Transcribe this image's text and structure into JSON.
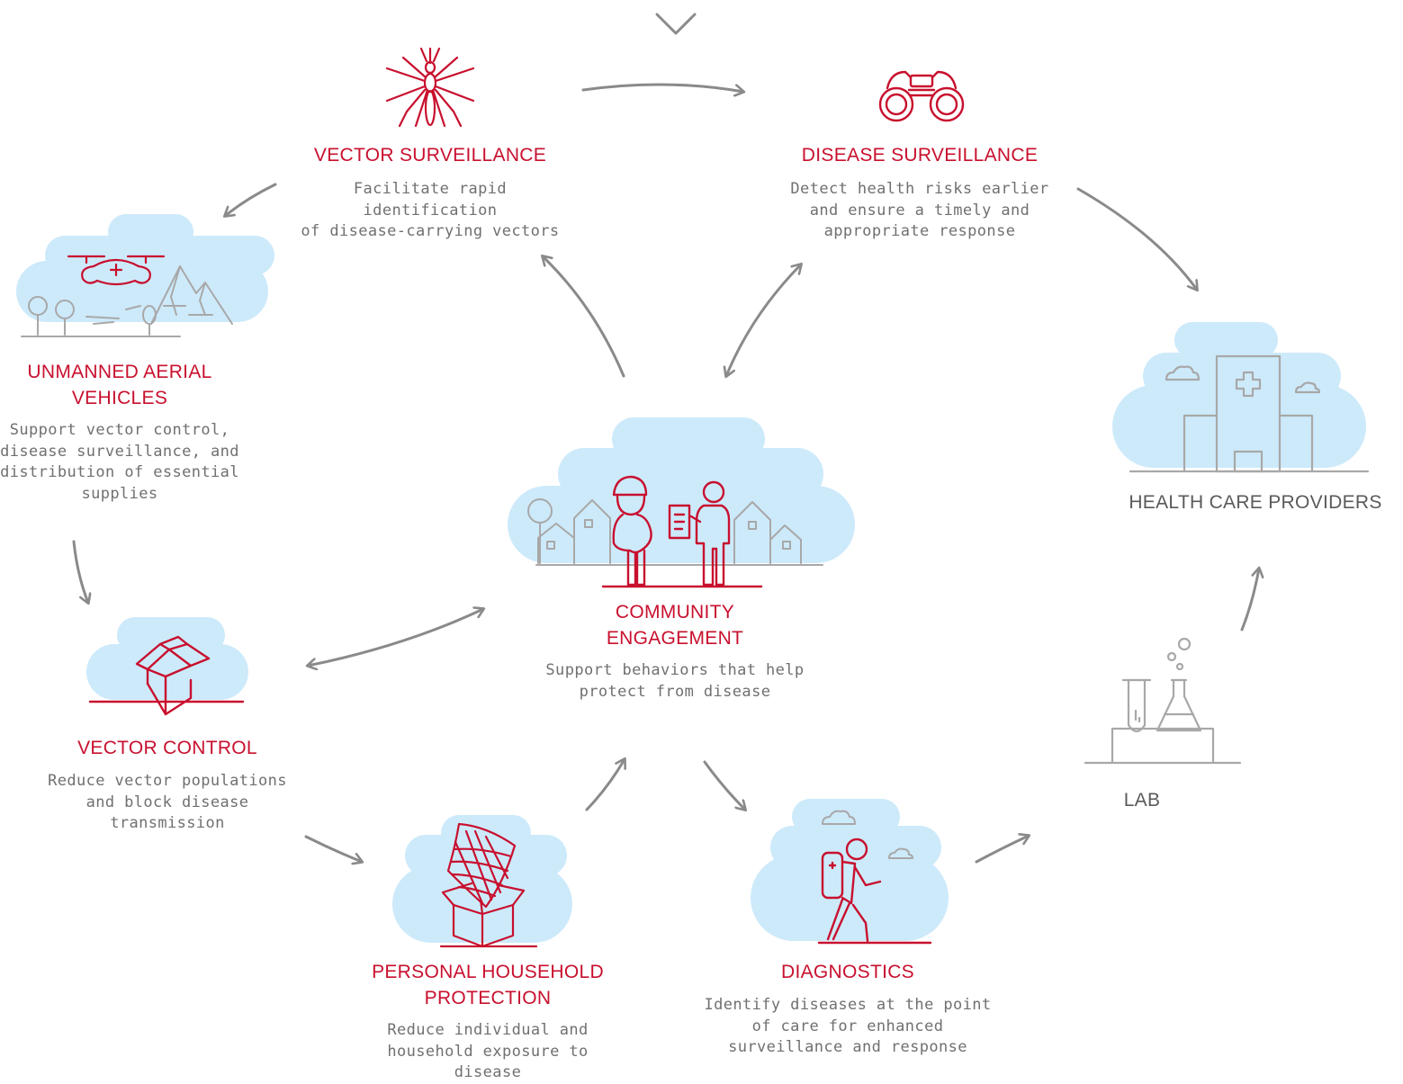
{
  "colors": {
    "accent": "#c8102e",
    "cloud": "#cdeafb",
    "line_gray": "#a8a8a8",
    "arrow_gray": "#8a8a8a"
  },
  "icons": [
    "chevron-down-icon",
    "mosquito-icon",
    "binoculars-icon",
    "drone-icon",
    "hospital-icon",
    "community-icon",
    "box-icon",
    "lab-icon",
    "net-box-icon",
    "hiker-icon"
  ],
  "nodes": {
    "vector_surveillance": {
      "title": "VECTOR SURVEILLANCE",
      "desc_lines": [
        "Facilitate rapid identification",
        "of disease-carrying vectors"
      ]
    },
    "disease_surveillance": {
      "title": "DISEASE SURVEILLANCE",
      "desc_lines": [
        "Detect health risks earlier",
        "and ensure a timely and",
        "appropriate response"
      ]
    },
    "unmanned_aerial_vehicles": {
      "title_lines": [
        "UNMANNED AERIAL",
        "VEHICLES"
      ],
      "desc_lines": [
        "Support vector control,",
        "disease surveillance, and",
        "distribution of essential",
        "supplies"
      ]
    },
    "health_care_providers": {
      "title": "HEALTH CARE PROVIDERS"
    },
    "community_engagement": {
      "title_lines": [
        "COMMUNITY",
        "ENGAGEMENT"
      ],
      "desc_lines": [
        "Support behaviors that help",
        "protect from disease"
      ]
    },
    "vector_control": {
      "title": "VECTOR CONTROL",
      "desc_lines": [
        "Reduce vector populations",
        "and block disease",
        "transmission"
      ]
    },
    "lab": {
      "title": "LAB"
    },
    "personal_household_protection": {
      "title_lines": [
        "PERSONAL HOUSEHOLD",
        "PROTECTION"
      ],
      "desc_lines": [
        "Reduce individual and",
        "household exposure to",
        "disease"
      ]
    },
    "diagnostics": {
      "title": "DIAGNOSTICS",
      "desc_lines": [
        "Identify diseases at the point",
        "of care for enhanced",
        "surveillance and response"
      ]
    }
  }
}
